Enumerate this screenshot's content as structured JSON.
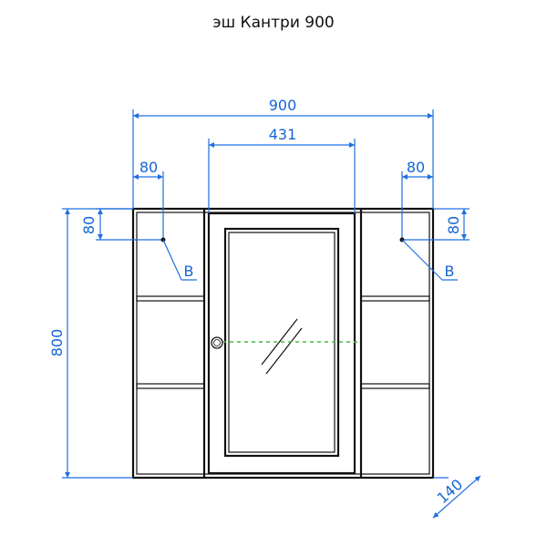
{
  "title": "эш Кантри 900",
  "dimensions": {
    "overall_width": "900",
    "door_width": "431",
    "left_offset": "80",
    "right_offset": "80",
    "left_vertical_offset": "80",
    "right_vertical_offset": "80",
    "overall_height": "800",
    "depth": "140"
  },
  "mount_labels": {
    "left": "B",
    "right": "B"
  },
  "colors": {
    "dimension": "#1f6fe0",
    "outline": "#111111",
    "centerline": "#44bb44"
  }
}
